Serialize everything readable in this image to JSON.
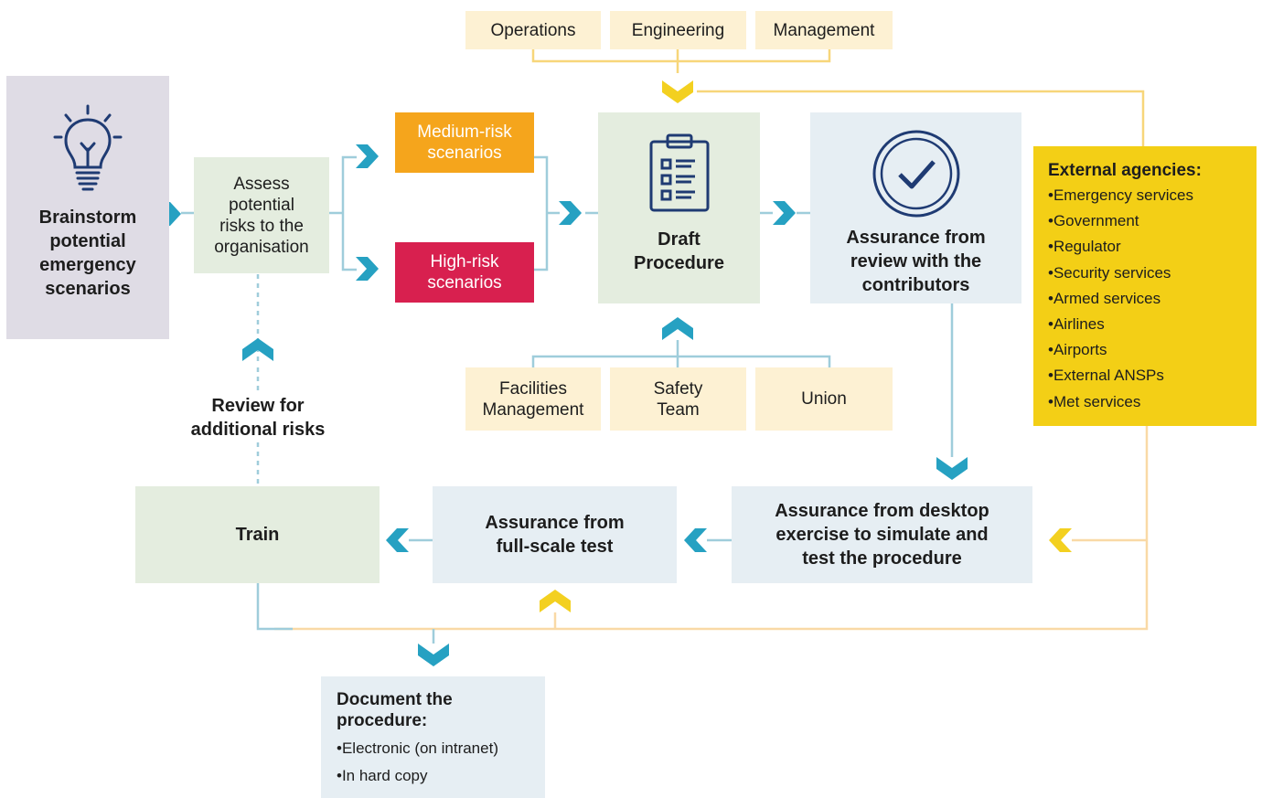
{
  "colors": {
    "arrow_teal": "#26a1c2",
    "arrow_yellow": "#f3d020",
    "line_blue": "#9fcddb",
    "line_yellow": "#f7d67a",
    "navy": "#1f3b73",
    "medium_risk": "#f5a51c",
    "high_risk": "#d8204f",
    "external_agencies": "#f3cf16"
  },
  "top_contributors": [
    "Operations",
    "Engineering",
    "Management"
  ],
  "bottom_contributors": [
    "Facilities\nManagement",
    "Safety\nTeam",
    "Union"
  ],
  "brainstorm": {
    "label": "Brainstorm\npotential\nemergency\nscenarios",
    "icon": "lightbulb-icon"
  },
  "assess": {
    "label": "Assess\npotential\nrisks to the\norganisation"
  },
  "medium_risk": {
    "label": "Medium-risk\nscenarios"
  },
  "high_risk": {
    "label": "High-risk\nscenarios"
  },
  "draft": {
    "label": "Draft\nProcedure",
    "icon": "clipboard-checklist-icon"
  },
  "assurance_review": {
    "label": "Assurance from\nreview with the\ncontributors",
    "icon": "checkmark-circle-icon"
  },
  "external": {
    "title": "External agencies:",
    "items": [
      "Emergency services",
      "Government",
      "Regulator",
      "Security services",
      "Armed services",
      "Airlines",
      "Airports",
      "External ANSPs",
      "Met services"
    ]
  },
  "review_additional": {
    "label": "Review for\nadditional risks"
  },
  "train": {
    "label": "Train"
  },
  "full_scale": {
    "label": "Assurance from\nfull-scale test"
  },
  "desktop": {
    "label": "Assurance from desktop\nexercise to simulate and\ntest the procedure"
  },
  "document": {
    "title": "Document the\nprocedure:",
    "items": [
      "Electronic (on intranet)",
      "In hard copy"
    ]
  }
}
